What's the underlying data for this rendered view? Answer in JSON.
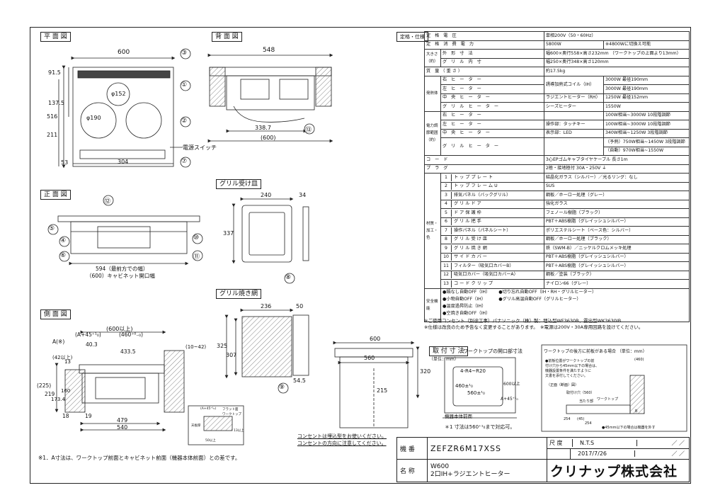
{
  "views": {
    "plan": {
      "title": "平 面 図",
      "dims": {
        "width": "600",
        "left_depth_top": "91.5",
        "left_depth_mid": "137.5",
        "total_depth": "516",
        "bottom_part": "211",
        "right_off": "53",
        "center_span": "304",
        "dia_top": "φ152",
        "dia_left": "φ190"
      },
      "callout_switch": "電源スイッチ",
      "balloons": [
        "①",
        "②",
        "③",
        "⑦"
      ]
    },
    "back": {
      "title": "背 面 図",
      "width": "548",
      "dim_cord": "338.7",
      "dim_600": "(600)",
      "balloon": "⑬"
    },
    "front": {
      "title": "正 面 図",
      "dim_594": "594（最前方での幅）",
      "dim_600": "（600）キャビネット開口幅",
      "balloons": [
        "⑫",
        "⑤",
        "④",
        "⑥",
        "⑩",
        "⑪"
      ]
    },
    "grill_tray": {
      "title": "グリル受け皿",
      "w": "240",
      "t": "34",
      "h": "337",
      "balloon": "⑧"
    },
    "grill_net": {
      "title": "グリル焼き網",
      "w": "236",
      "t": "50",
      "h1": "325",
      "h2": "307",
      "depth": "54.5",
      "balloon": "⑨"
    },
    "side": {
      "title": "側 面 図",
      "dims": {
        "top": "(600以上)",
        "a": "(A+45⁺¹₀)",
        "b": "(460⁺⁰₋₀)",
        "a_note": "A(※)",
        "d403": "40.3",
        "d4335": "433.5",
        "d42": "(42以上)",
        "d13": "13",
        "d1042": "(10~42)",
        "d225": "(225)",
        "d219": "219",
        "d1734": "173.4",
        "d160": "160",
        "d18": "18",
        "d19": "19",
        "d479": "479",
        "d540": "540"
      },
      "detail_labels": [
        "(A+45⁺¹₀)",
        "フラット面",
        "ワークトップ",
        "天板厚",
        "13以上",
        "50以上"
      ]
    },
    "mount": {
      "title": "取 付 寸 法",
      "subtitle": "ワークトップの開口部寸法",
      "unit": "（単位：mm）",
      "r": "4-R4~R20",
      "d460": "460±¹₀",
      "d560": "560±¹₀",
      "d600": "600以上",
      "a45": "A+45⁺¹₀",
      "label_body": "機器本体前面",
      "footnote": "＊1 寸法は560⁺¹₀まで対応可。"
    },
    "cabinet": {
      "w600": "600",
      "w560": "560",
      "h320": "320",
      "d215": "215"
    },
    "backwall": {
      "title": "ワークトップの後方に前板がある場合 （単位：mm）",
      "notes": [
        "●前板位置がワークトップの前",
        "付け穴から45mm以下の場合は、",
        "機器設置条件を満たすように",
        "文書を添付してください。"
      ],
      "labels": [
        "（正面（断面）図）",
        "取付け穴（560）",
        "ワークトップ",
        "当たり部",
        "(460)",
        "254",
        "(45)",
        "254",
        "B",
        "●45mm以下の場合は機器を外す"
      ]
    }
  },
  "spec": {
    "header": "定格・仕様",
    "rows": [
      {
        "label": "定 格 電 圧",
        "value": "単相200V（50・60Hz）"
      },
      {
        "label": "定 格 消 費 電 力",
        "value": "5800W",
        "value2": "※4800Wに切換え可能"
      },
      {
        "group": "大きさ（約）",
        "label": "外 形 寸 法",
        "value": "幅600×奥行558×高さ232mm （ワークトップの上面より13mm）"
      },
      {
        "label": "グ リ ル 内 寸",
        "value": "幅250×奥行348×高さ120mm"
      },
      {
        "label": "質 量（重さ）",
        "value": "約17.5kg"
      },
      {
        "group": "発熱体",
        "label": "右 ヒ ー タ ー",
        "value": "誘導加熱式コイル（IH）",
        "value2": "3000W 最径190mm"
      },
      {
        "label": "左 ヒ ー タ ー",
        "value2": "3000W 最径190mm"
      },
      {
        "label": "中 央 ヒ ー タ ー",
        "value": "ラジエントヒーター（RH）",
        "value2": "1250W 最径152mm"
      },
      {
        "label": "グ リ ル ヒ ー タ ー",
        "value": "シーズヒーター",
        "value2": "1550W"
      },
      {
        "group": "電力調節範囲（約）",
        "label": "右 ヒ ー タ ー",
        "value2": "100W相当~3000W 10段階調節"
      },
      {
        "label": "左 ヒ ー タ ー",
        "value": "操作部：タッチキー",
        "value2": "100W相当~3000W 10段階調節"
      },
      {
        "label": "中 央 ヒ ー タ ー",
        "value": "表示部：LED",
        "value2": "340W相当~1250W 3段階調節"
      },
      {
        "label": "グ リ ル ヒ ー タ ー",
        "value2": "（予熱）750W相当~1450W 3段階調節"
      },
      {
        "label": "",
        "value2": "（自動）970W相当~1550W"
      },
      {
        "label": "コ ー ド",
        "value": "3心EPゴムキャブタイヤケーブル 長さ1m"
      },
      {
        "label": "プ ラ グ",
        "value": "2極・接地極付 30A・250V ⏚"
      }
    ],
    "materials_group": "材質・加工・色",
    "materials": [
      {
        "no": "1",
        "name": "ト ッ プ プ レ ー ト",
        "mat": "結晶化ガラス（シルバー）／光るリング：なし"
      },
      {
        "no": "2",
        "name": "ト ッ プ フ レ ー ム U",
        "mat": "SUS"
      },
      {
        "no": "3",
        "name": "排気パネル（バックグリル）",
        "mat": "鋼板／ホーロー処理（グレー）"
      },
      {
        "no": "4",
        "name": "グ リ ル ド ア",
        "mat": "強化ガラス"
      },
      {
        "no": "5",
        "name": "ド ア 保 護 枠",
        "mat": "フェノール樹脂（ブラック）"
      },
      {
        "no": "6",
        "name": "グ リ ル 把 手",
        "mat": "PBT＋ABS樹脂（グレイッシュシルバー）"
      },
      {
        "no": "7",
        "name": "操作パネル（パネルシート）",
        "mat": "ポリエステルシート（ベース色：シルバー）"
      },
      {
        "no": "8",
        "name": "グ リ ル 受 け 皿",
        "mat": "鋼板／ホーロー処理（ブラック）"
      },
      {
        "no": "9",
        "name": "グ リ ル 焼 き 網",
        "mat": "鉄（SWM-B）／ニッケルクロムメッキ処理"
      },
      {
        "no": "10",
        "name": "サ イ ド カ バ ー",
        "mat": "PBT＋ABS樹脂（グレイッシュシルバー）"
      },
      {
        "no": "11",
        "name": "フィルター（吸気口カバーB）",
        "mat": "PBT＋ABS樹脂（グレイッシュシルバー）"
      },
      {
        "no": "12",
        "name": "吸気口カバー（吸気口カバーA）",
        "mat": "鋼板／塗装（ブラック）"
      },
      {
        "no": "13",
        "name": "コ ー ド ク リ ッ プ",
        "mat": "ナイロン66（グレー）"
      }
    ],
    "safety_group": "安全機能",
    "safety_left": [
      "●鍋なし自動OFF（IH）",
      "●小物自動OFF（IH）",
      "●温度過昇防止（IH）",
      "●空焼き自動OFF（IH）"
    ],
    "safety_right": [
      "●切り忘れ自動OFF（IH・RH・グリルヒーター）",
      "●グリル高温自動OFF（グリルヒーター）"
    ],
    "notes": [
      "※ご使用コンセント（別途工事）パナソニック（株）製：埋込型WF3630B、露出型WK3630IB",
      "※仕様は改良のため予告なく変更することがあります。　※電源は200V・30A専用回路を設けてください。"
    ]
  },
  "bottom_note": "※1．A寸法は、ワークトップ前面とキャビネット前面（機器本体前面）との差です。",
  "concent_note": [
    "コンセントは埋込型をお使いください。",
    "コンセントの方向に注意してください。"
  ],
  "title_block": {
    "model_label": "機 番",
    "model": "ZEFZR6M17XSS",
    "name_label": "名 称",
    "name1": "W600",
    "name2": "2口IH+ラジエントヒーター",
    "scale_label": "尺 度",
    "scale": "N.T.S",
    "date": "2017/7/26",
    "slash1": "／ ／",
    "slash2": "／ ／",
    "company": "クリナップ株式会社"
  },
  "colors": {
    "line": "#222222",
    "background": "#ffffff",
    "hatch": "#666666"
  }
}
